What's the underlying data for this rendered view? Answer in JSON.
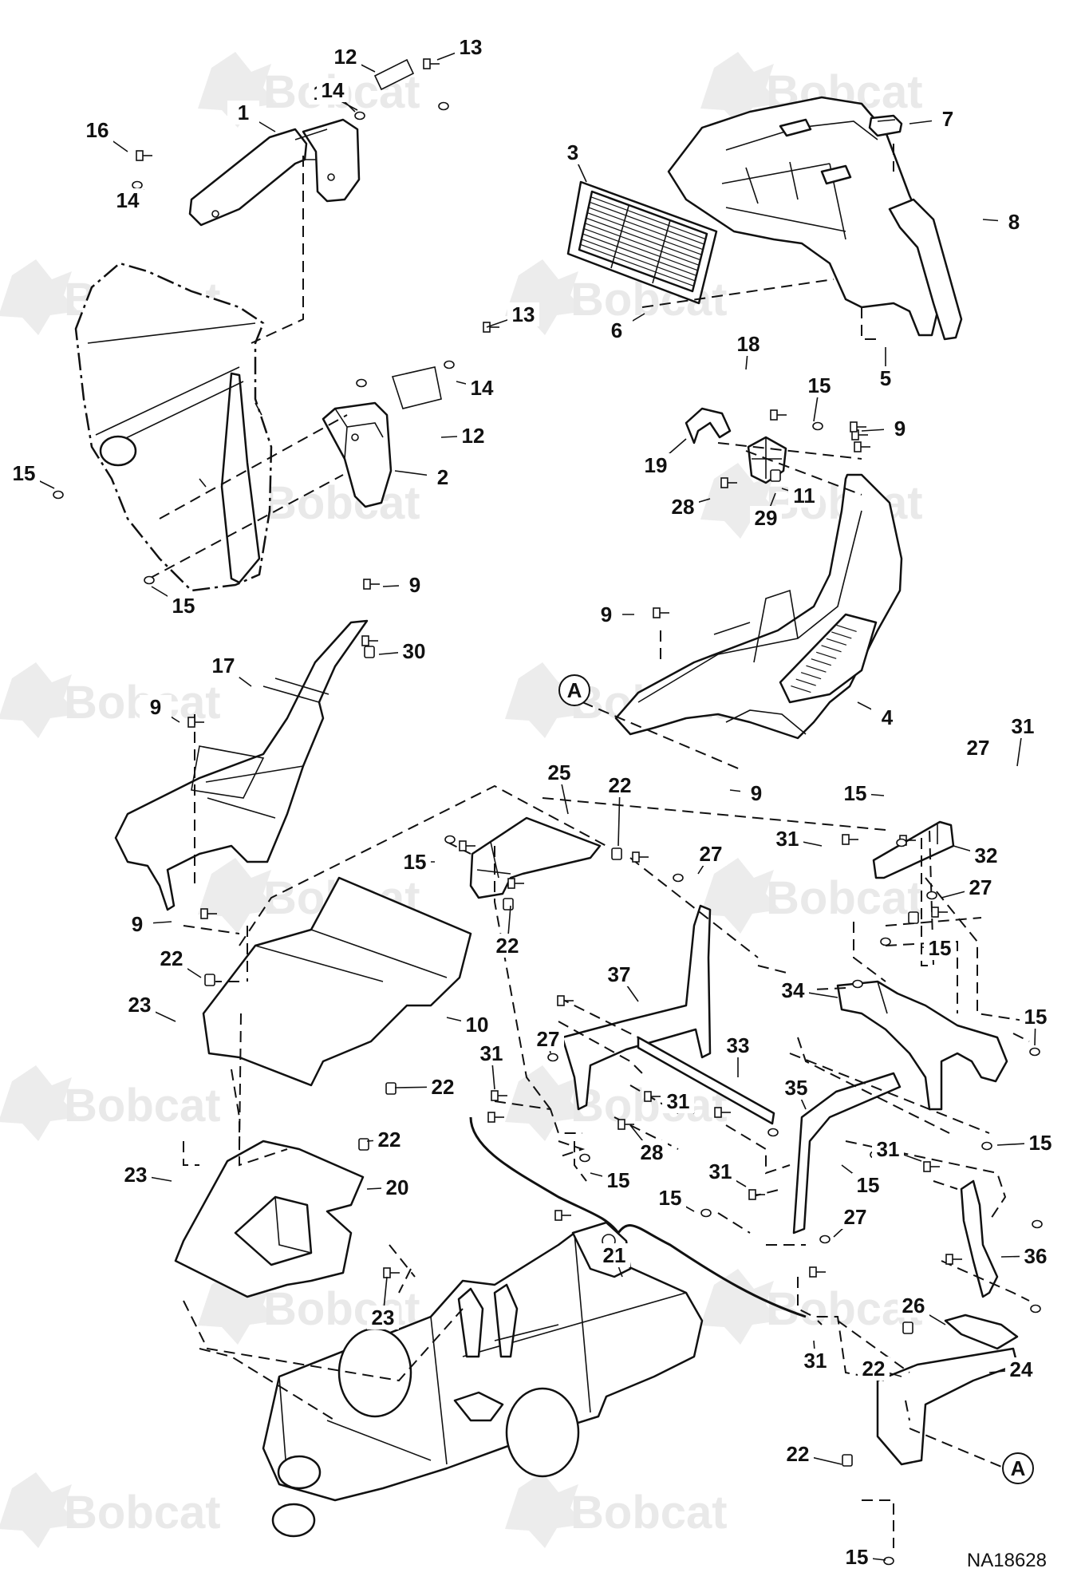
{
  "watermark": {
    "brand": "Bobcat"
  },
  "reference": {
    "code": "NA18628"
  },
  "detail_marker": {
    "letter": "A"
  },
  "callouts": [
    "1",
    "2",
    "3",
    "4",
    "5",
    "6",
    "7",
    "8",
    "9",
    "10",
    "11",
    "12",
    "13",
    "14",
    "15",
    "16",
    "17",
    "18",
    "19",
    "20",
    "21",
    "22",
    "23",
    "24",
    "25",
    "26",
    "27",
    "28",
    "29",
    "30",
    "31",
    "32",
    "33",
    "34",
    "35",
    "36",
    "37"
  ]
}
